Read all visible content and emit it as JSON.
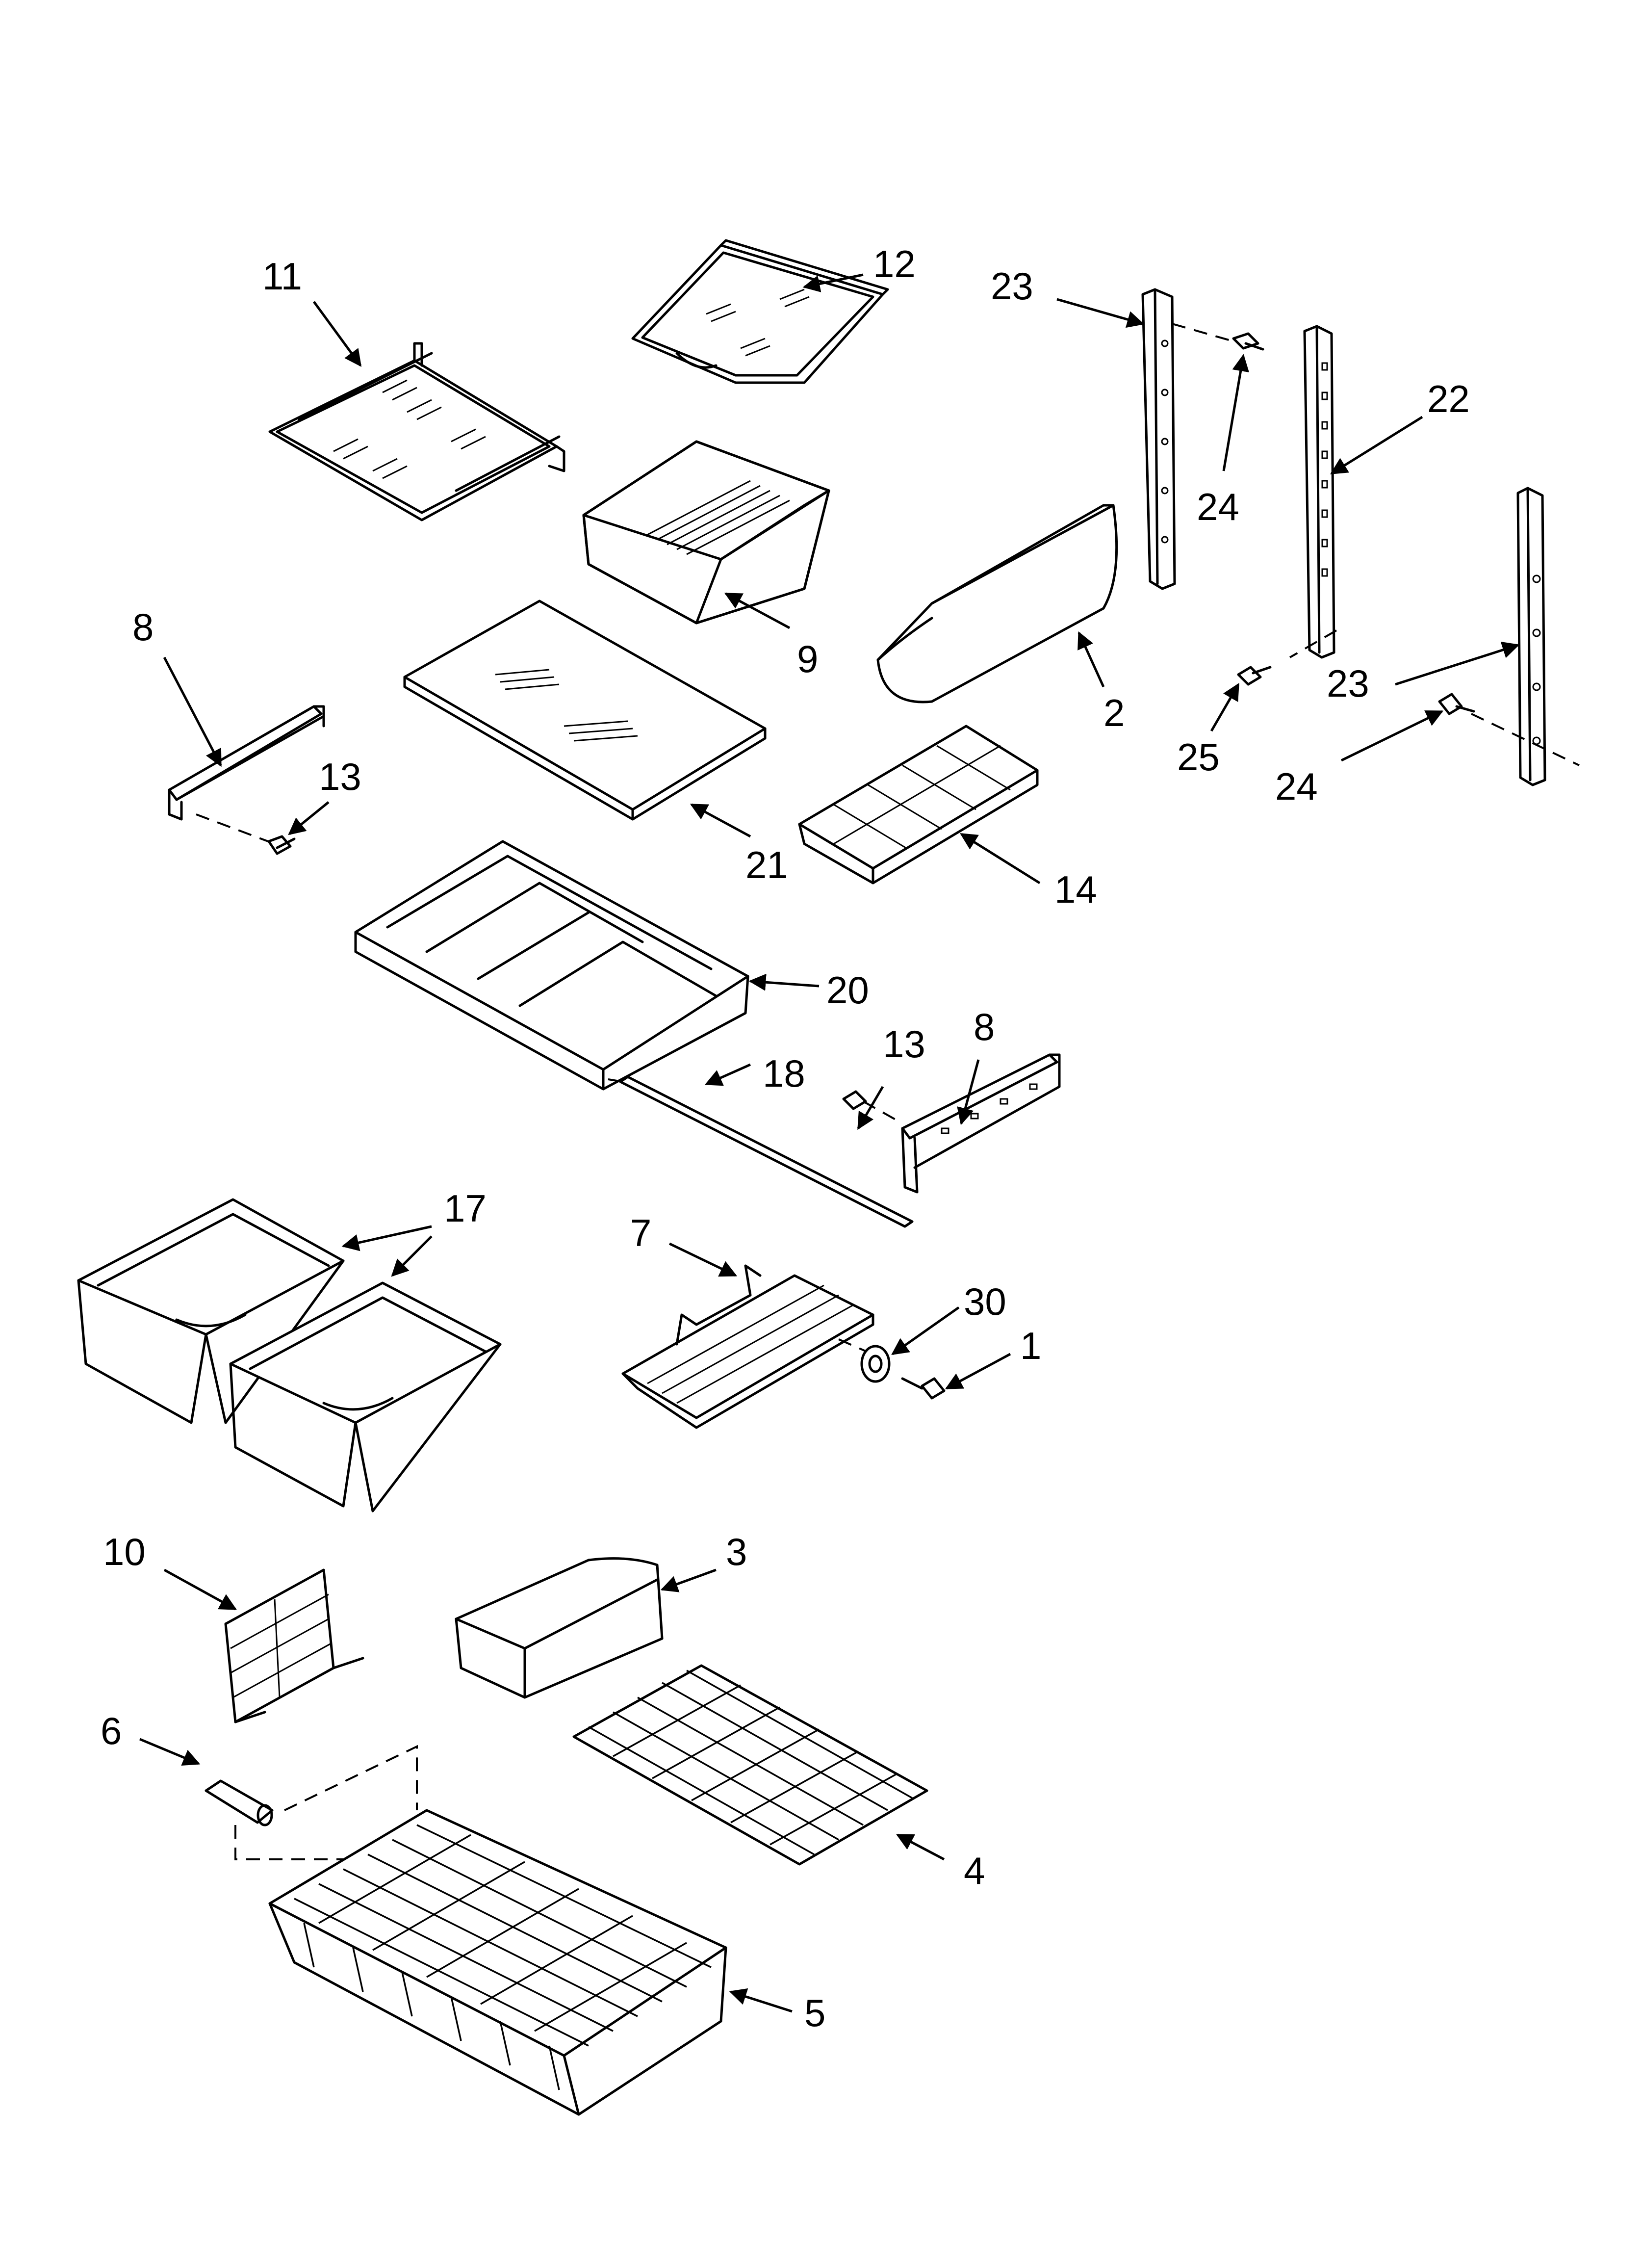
{
  "diagram": {
    "background": "#ffffff",
    "ink": "#000000",
    "callouts": [
      {
        "id": "c11",
        "text": "11"
      },
      {
        "id": "c12",
        "text": "12"
      },
      {
        "id": "c23a",
        "text": "23"
      },
      {
        "id": "c22",
        "text": "22"
      },
      {
        "id": "c24a",
        "text": "24"
      },
      {
        "id": "c9",
        "text": "9"
      },
      {
        "id": "c2",
        "text": "2"
      },
      {
        "id": "c8a",
        "text": "8"
      },
      {
        "id": "c13a",
        "text": "13"
      },
      {
        "id": "c21",
        "text": "21"
      },
      {
        "id": "c14",
        "text": "14"
      },
      {
        "id": "c23b",
        "text": "23"
      },
      {
        "id": "c25",
        "text": "25"
      },
      {
        "id": "c24b",
        "text": "24"
      },
      {
        "id": "c20",
        "text": "20"
      },
      {
        "id": "c13b",
        "text": "13"
      },
      {
        "id": "c8b",
        "text": "8"
      },
      {
        "id": "c18",
        "text": "18"
      },
      {
        "id": "c17",
        "text": "17"
      },
      {
        "id": "c7",
        "text": "7"
      },
      {
        "id": "c30",
        "text": "30"
      },
      {
        "id": "c1",
        "text": "1"
      },
      {
        "id": "c10",
        "text": "10"
      },
      {
        "id": "c3",
        "text": "3"
      },
      {
        "id": "c6",
        "text": "6"
      },
      {
        "id": "c4",
        "text": "4"
      },
      {
        "id": "c5",
        "text": "5"
      }
    ]
  }
}
